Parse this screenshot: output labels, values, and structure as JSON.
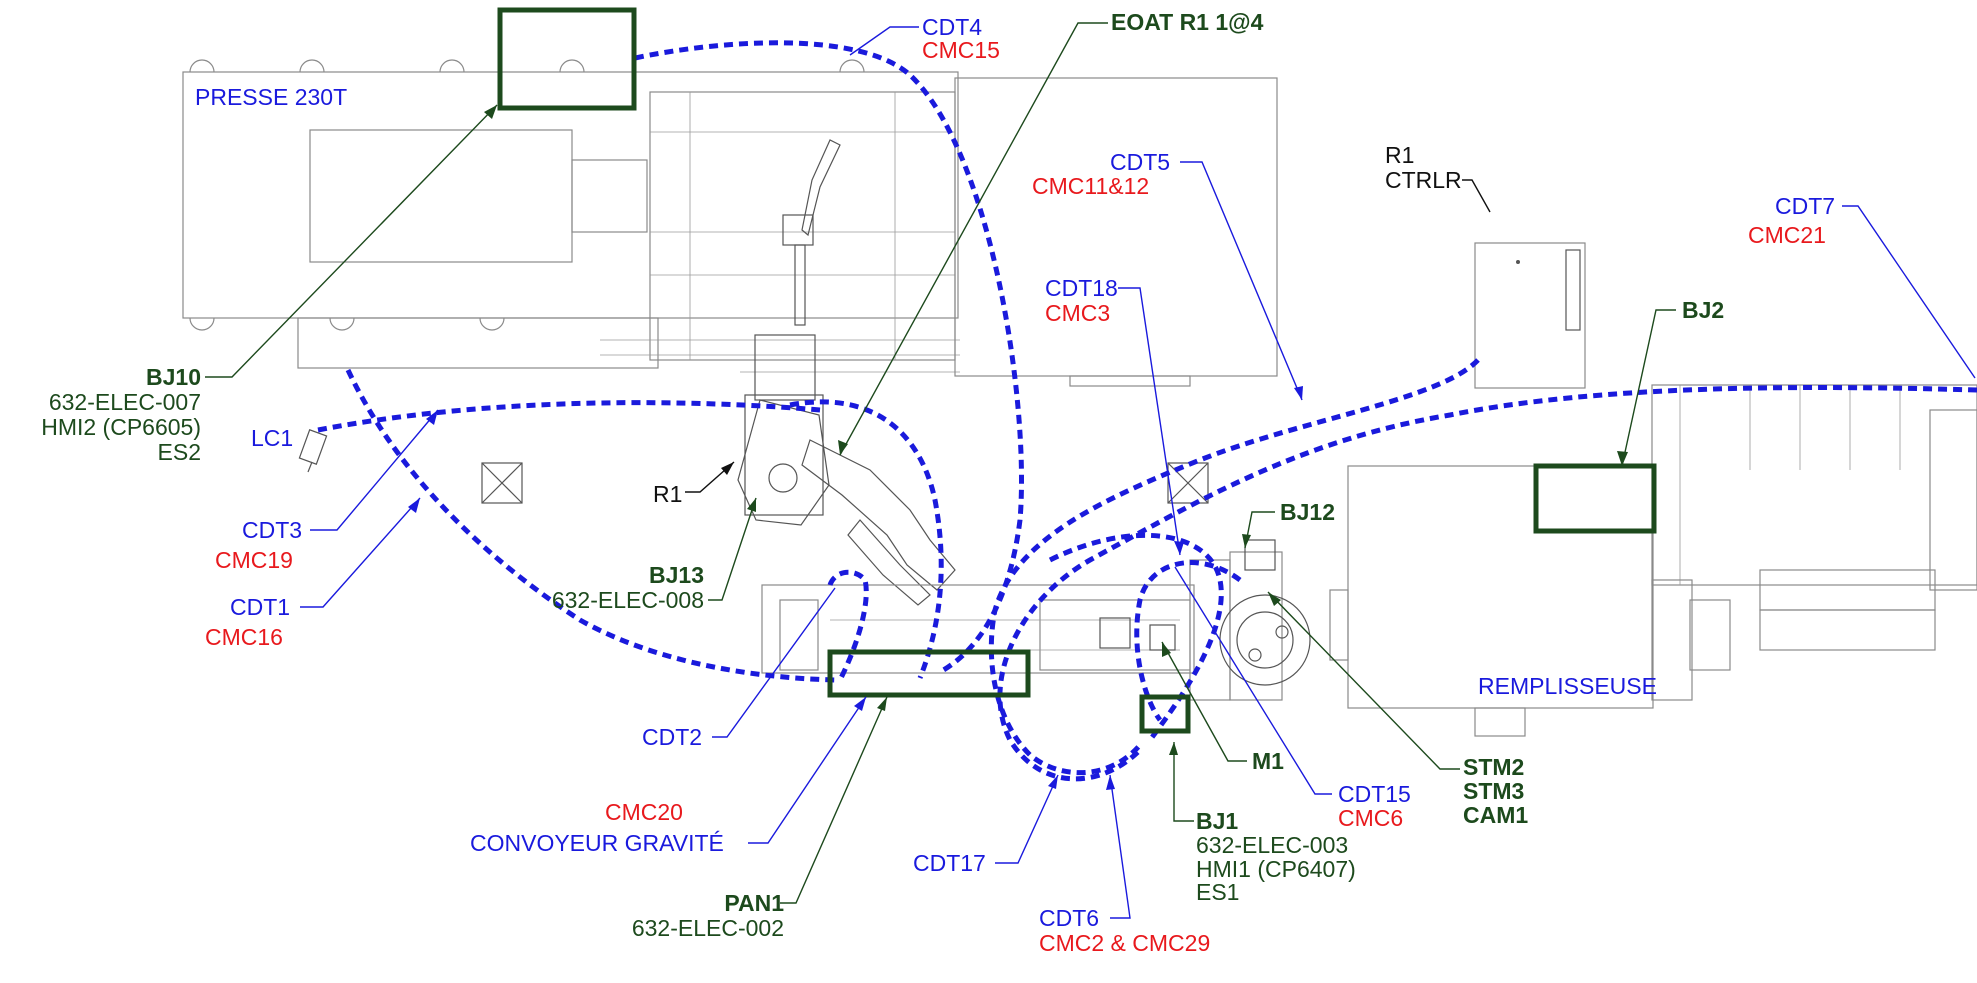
{
  "colors": {
    "cable": "#1a1adc",
    "conduit_label": "#1a1add",
    "cable_label": "#e8191d",
    "device_label": "#1d4a1d",
    "machine_outline": "#8a8a8a"
  },
  "areas": {
    "press": "PRESSE 230T",
    "filler": "REMPLISSEUSE"
  },
  "labels": {
    "cdt4": "CDT4",
    "cmc15": "CMC15",
    "eoat": "EOAT R1 1@4",
    "cdt5": "CDT5",
    "cmc11_12": "CMC11&12",
    "r1_line1": "R1",
    "r1_line2": "CTRLR",
    "cdt7": "CDT7",
    "cmc21": "CMC21",
    "cdt18": "CDT18",
    "cmc3": "CMC3",
    "bj2": "BJ2",
    "bj10": "BJ10",
    "bj10_ref": "632-ELEC-007",
    "bj10_hmi": "HMI2 (CP6605)",
    "bj10_es": "ES2",
    "lc1": "LC1",
    "r1": "R1",
    "cdt3": "CDT3",
    "cmc19": "CMC19",
    "cdt1": "CDT1",
    "cmc16": "CMC16",
    "bj13": "BJ13",
    "bj13_ref": "632-ELEC-008",
    "bj12": "BJ12",
    "cdt2": "CDT2",
    "m1": "M1",
    "stm2": "STM2",
    "stm3": "STM3",
    "cam1": "CAM1",
    "cdt15": "CDT15",
    "cmc6": "CMC6",
    "cmc20": "CMC20",
    "conveyor": "CONVOYEUR GRAVITÉ",
    "bj1": "BJ1",
    "bj1_ref": "632-ELEC-003",
    "bj1_hmi": "HMI1 (CP6407)",
    "bj1_es": "ES1",
    "cdt17": "CDT17",
    "pan1": "PAN1",
    "pan1_ref": "632-ELEC-002",
    "cdt6": "CDT6",
    "cmc2_29": "CMC2 & CMC29"
  }
}
